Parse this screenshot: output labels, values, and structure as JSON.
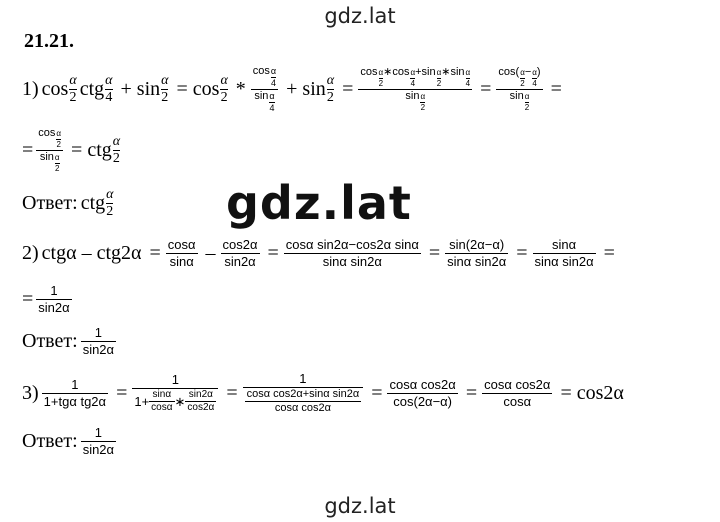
{
  "watermarks": {
    "top": "gdz.lat",
    "middle": "gdz.lat",
    "bottom": "gdz.lat"
  },
  "problem_number": "21.21.",
  "labels": {
    "p1": "1)",
    "p2": "2)",
    "p3": "3)",
    "answer": "Ответ:"
  },
  "fn": {
    "cos": "cos",
    "ctg": "ctg",
    "sin": "sin",
    "eq": "=",
    "plus": "+",
    "minus": "–",
    "star": "*"
  },
  "sym": {
    "alpha": "α",
    "two": "2",
    "four": "4",
    "one": "1"
  },
  "p1": {
    "big_num": "cos α/2 ∗ cos α/4 + sin α/2 ∗ sin α/4",
    "cos_diff": "cos(α/2 − α/4)"
  },
  "p2": {
    "cos_a": "cosα",
    "sin_a": "sinα",
    "cos2a": "cos2α",
    "sin2a": "sin2α",
    "lhs": "ctgα – ctg2α",
    "num3": "cosα sin2α−cos2α sinα",
    "den3": "sinα sin2α",
    "num4": "sin(2α−α)",
    "den4": "sinα sin2α",
    "num5": "sinα",
    "den5": "sinα sin2α",
    "num6": "1",
    "den6": "sin2α"
  },
  "p3": {
    "n1": "1",
    "d1": "1+tgα tg2α",
    "n2": "1",
    "d2_pre": "1+",
    "sina": "sinα",
    "cosa": "cosα",
    "sin2a": "sin2α",
    "cos2a": "cos2α",
    "n3": "1",
    "d3_num": "cosα cos2α+sinα sin2α",
    "d3_den": "cosα cos2α",
    "n4": "cosα cos2α",
    "d4": "cos(2α−α)",
    "n5": "cosα cos2α",
    "d5": "cosα",
    "result": "cos2α"
  },
  "answers": {
    "a1_fn": "ctg",
    "a2_num": "1",
    "a2_den": "sin2α",
    "a3_num": "1",
    "a3_den": "sin2α"
  }
}
